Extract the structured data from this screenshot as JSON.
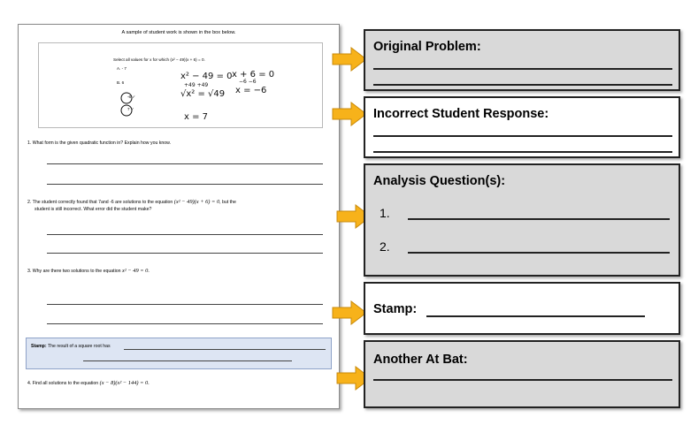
{
  "worksheet": {
    "header": "A sample of student work is shown in the box below.",
    "sample": {
      "prompt": "Select all values for x for which (x² − 49)(x + 6) = 0.",
      "choices": [
        "A.  - 7",
        "B.  6",
        "-6 ✓",
        "7 ✓"
      ],
      "work_left": [
        "x² − 49 = 0",
        "+49  +49",
        "√x² = √49",
        "x = 7"
      ],
      "work_right": [
        "x + 6 = 0",
        "−6  −6",
        "x = −6"
      ]
    },
    "q1": "1.  What form is the given quadratic function in? Explain how you know.",
    "q2_a": "2.  The student correctly found that 7and -6 are solutions to the equation ",
    "q2_math": "(x² − 49)(x + 6) = 0",
    "q2_b": ", but the",
    "q2_c": "student is still incorrect. What error did the student make?",
    "q3_a": "3.  Why are there two solutions to the equation ",
    "q3_math": "x² − 49 = 0.",
    "stamp_label": "Stamp:",
    "stamp_text": "The result of a square root has",
    "q4_a": "4.  Find all solutions to the equation ",
    "q4_math": "(x − 8)(x² − 144) = 0."
  },
  "panels": {
    "original": "Original Problem:",
    "incorrect": "Incorrect Student Response:",
    "analysis": "Analysis Question(s):",
    "analysis_items": [
      "1.",
      "2."
    ],
    "stamp": "Stamp:",
    "another": "Another At Bat:"
  },
  "colors": {
    "arrow_fill": "#f7b21a",
    "arrow_stroke": "#c98a0a",
    "panel_gray": "#d9d9d9",
    "stamp_bg": "#dde5f3"
  }
}
